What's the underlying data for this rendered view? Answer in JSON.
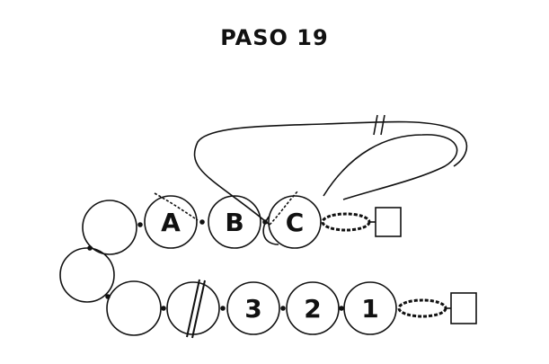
{
  "title": "PASO 19",
  "beads": {
    "top_labels": [
      "A",
      "B",
      "C"
    ],
    "bottom_labels": [
      "3",
      "2",
      "1"
    ]
  },
  "colors": {
    "ink": "#111111",
    "background": "#ffffff"
  }
}
